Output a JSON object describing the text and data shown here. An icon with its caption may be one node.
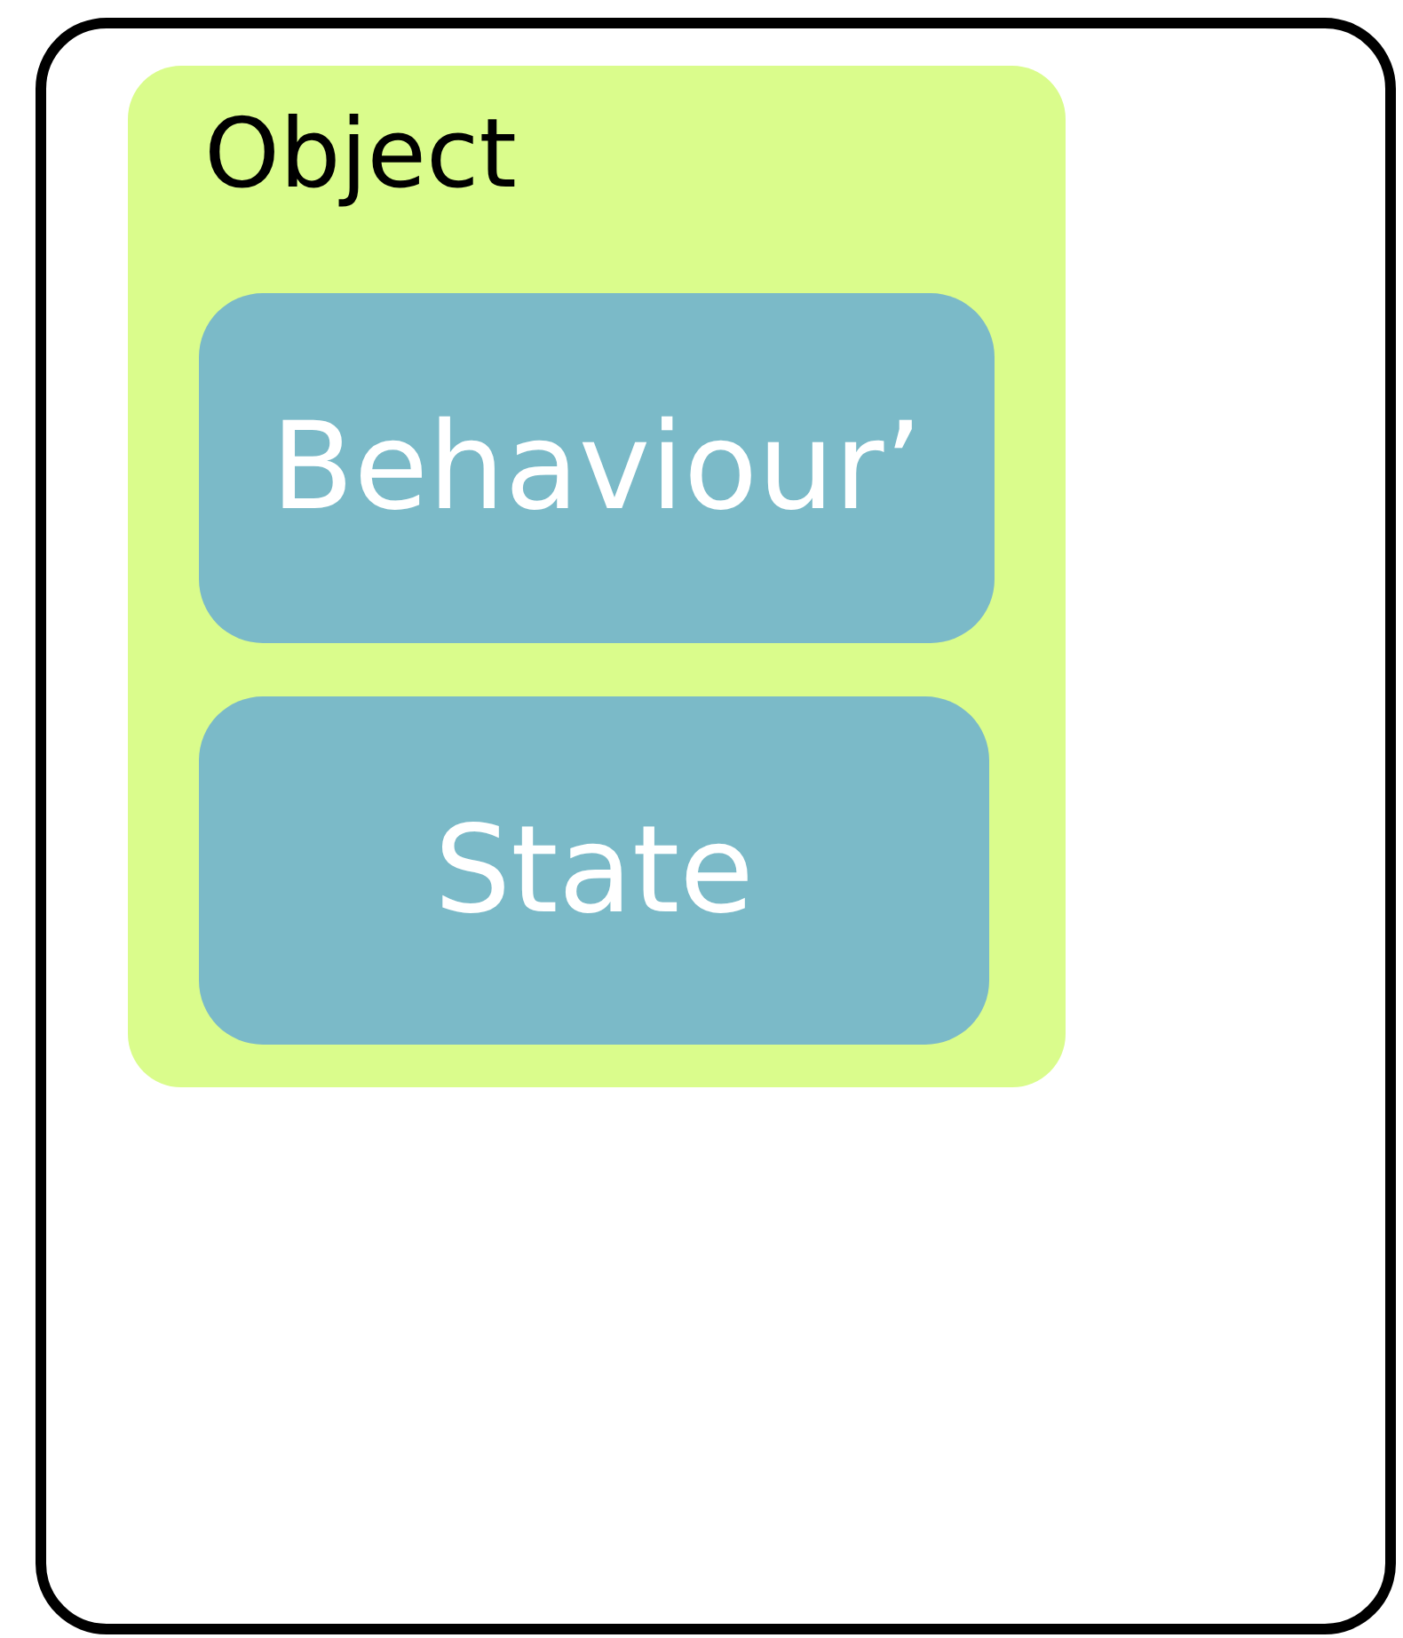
{
  "diagram": {
    "nodes": [
      {
        "text": [],
        "shape": "box"
      },
      {
        "text": [
          "Object"
        ],
        "in": 0
      },
      {
        "text": [
          "Behaviour’"
        ],
        "in": 1
      },
      {
        "text": [
          "State"
        ],
        "in": 1
      }
    ]
  }
}
